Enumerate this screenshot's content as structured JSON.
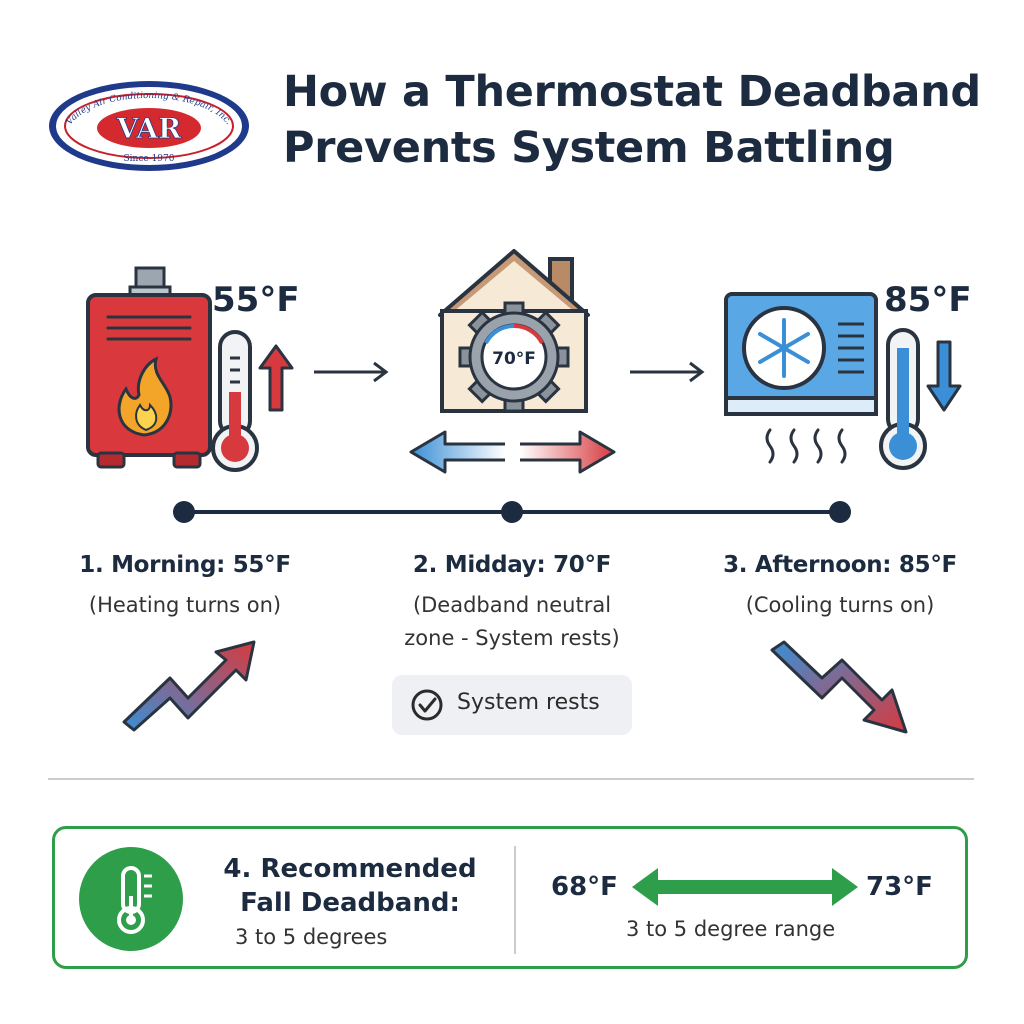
{
  "logo": {
    "name": "Valley Air Conditioning & Repair, Inc.",
    "abbr": "VAR",
    "since": "Since 1970"
  },
  "title": {
    "line1": "How a Thermostat Deadband",
    "line2": "Prevents System Battling"
  },
  "steps": [
    {
      "heading": "1. Morning: 55°F",
      "sub": [
        "(Heating turns on)"
      ],
      "temp": "55°F"
    },
    {
      "heading": "2. Midday: 70°F",
      "sub": [
        "(Deadband neutral",
        "zone - System rests)"
      ],
      "temp": "70°F"
    },
    {
      "heading": "3. Afternoon: 85°F",
      "sub": [
        "(Cooling turns on)"
      ],
      "temp": "85°F"
    }
  ],
  "pill": {
    "label": "System rests"
  },
  "recommendation": {
    "title": [
      "4. Recommended",
      "Fall Deadband:"
    ],
    "sub": "3 to 5 degrees",
    "low": "68°F",
    "high": "73°F",
    "range_label": "3 to 5 degree range"
  },
  "colors": {
    "heat": "#d63a3f",
    "cool": "#3a8fd6",
    "accent_green": "#2e9e4a",
    "navy": "#1c2b3f"
  },
  "icons": [
    "furnace-icon",
    "thermometer-up-icon",
    "house-thermostat-icon",
    "ac-unit-icon",
    "thermometer-down-icon",
    "check-circle-icon",
    "green-thermometer-icon"
  ]
}
